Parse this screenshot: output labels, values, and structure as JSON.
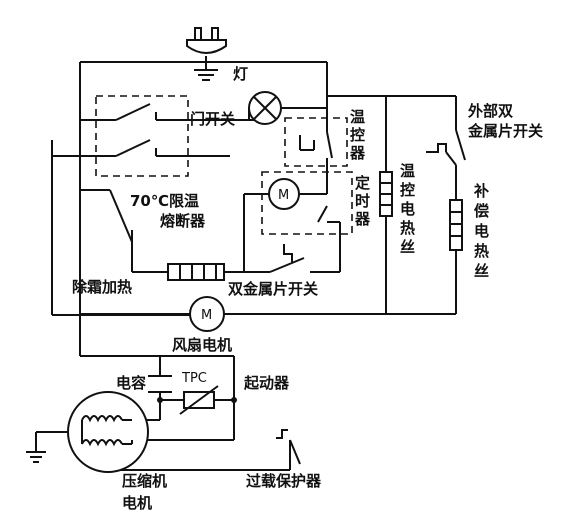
{
  "labels": {
    "lamp": "灯",
    "door_switch": "门开关",
    "thermostat": "温控器",
    "timer": "定时器",
    "thermo_heater": "温控电热丝",
    "outer_bimetal": "外部双金属片开关",
    "comp_heater": "补偿电热丝",
    "fuse": "70℃限温熔断器",
    "defrost_heater": "除霜加热",
    "bimetal_switch": "双金属片开关",
    "fan_motor": "风扇电机",
    "capacitor": "电容",
    "tpc": "TPC",
    "starter": "起动器",
    "compressor_motor": "压缩机电机",
    "overload": "过载保护器",
    "motor_symbol": "M"
  },
  "colors": {
    "ink": "#111111",
    "background": "#ffffff"
  }
}
